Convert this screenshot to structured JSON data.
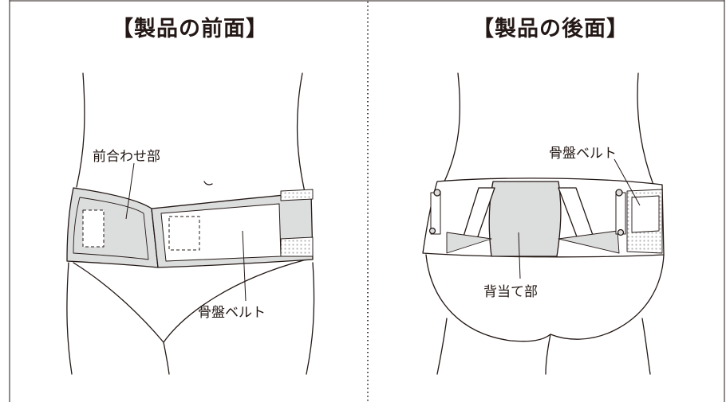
{
  "front": {
    "title": "【製品の前面】",
    "labels": {
      "front_closure": "前合わせ部",
      "pelvic_belt": "骨盤ベルト"
    }
  },
  "back": {
    "title": "【製品の後面】",
    "labels": {
      "pelvic_belt": "骨盤ベルト",
      "back_panel": "背当て部"
    }
  },
  "colors": {
    "line": "#231815",
    "belt_gray": "#dcdddd",
    "mesh_dot": "#b5b5b6",
    "background": "#ffffff"
  }
}
